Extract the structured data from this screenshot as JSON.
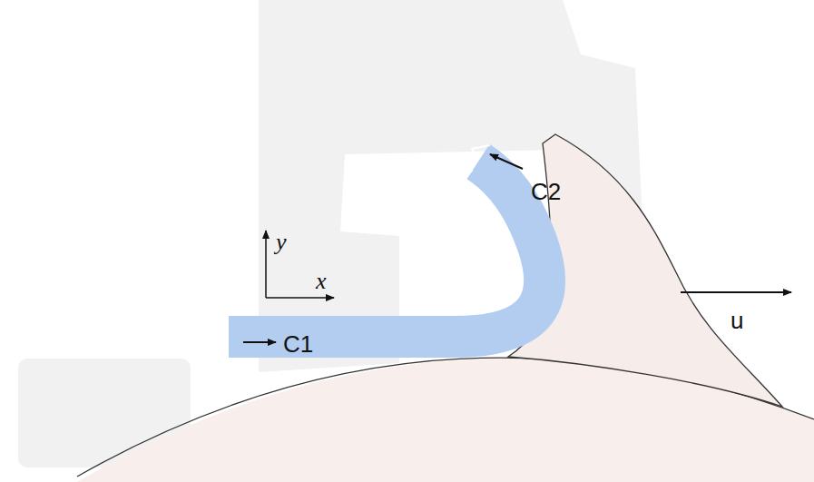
{
  "diagram": {
    "labels": [
      "C1",
      "C2",
      "u",
      "y",
      "x"
    ]
  }
}
